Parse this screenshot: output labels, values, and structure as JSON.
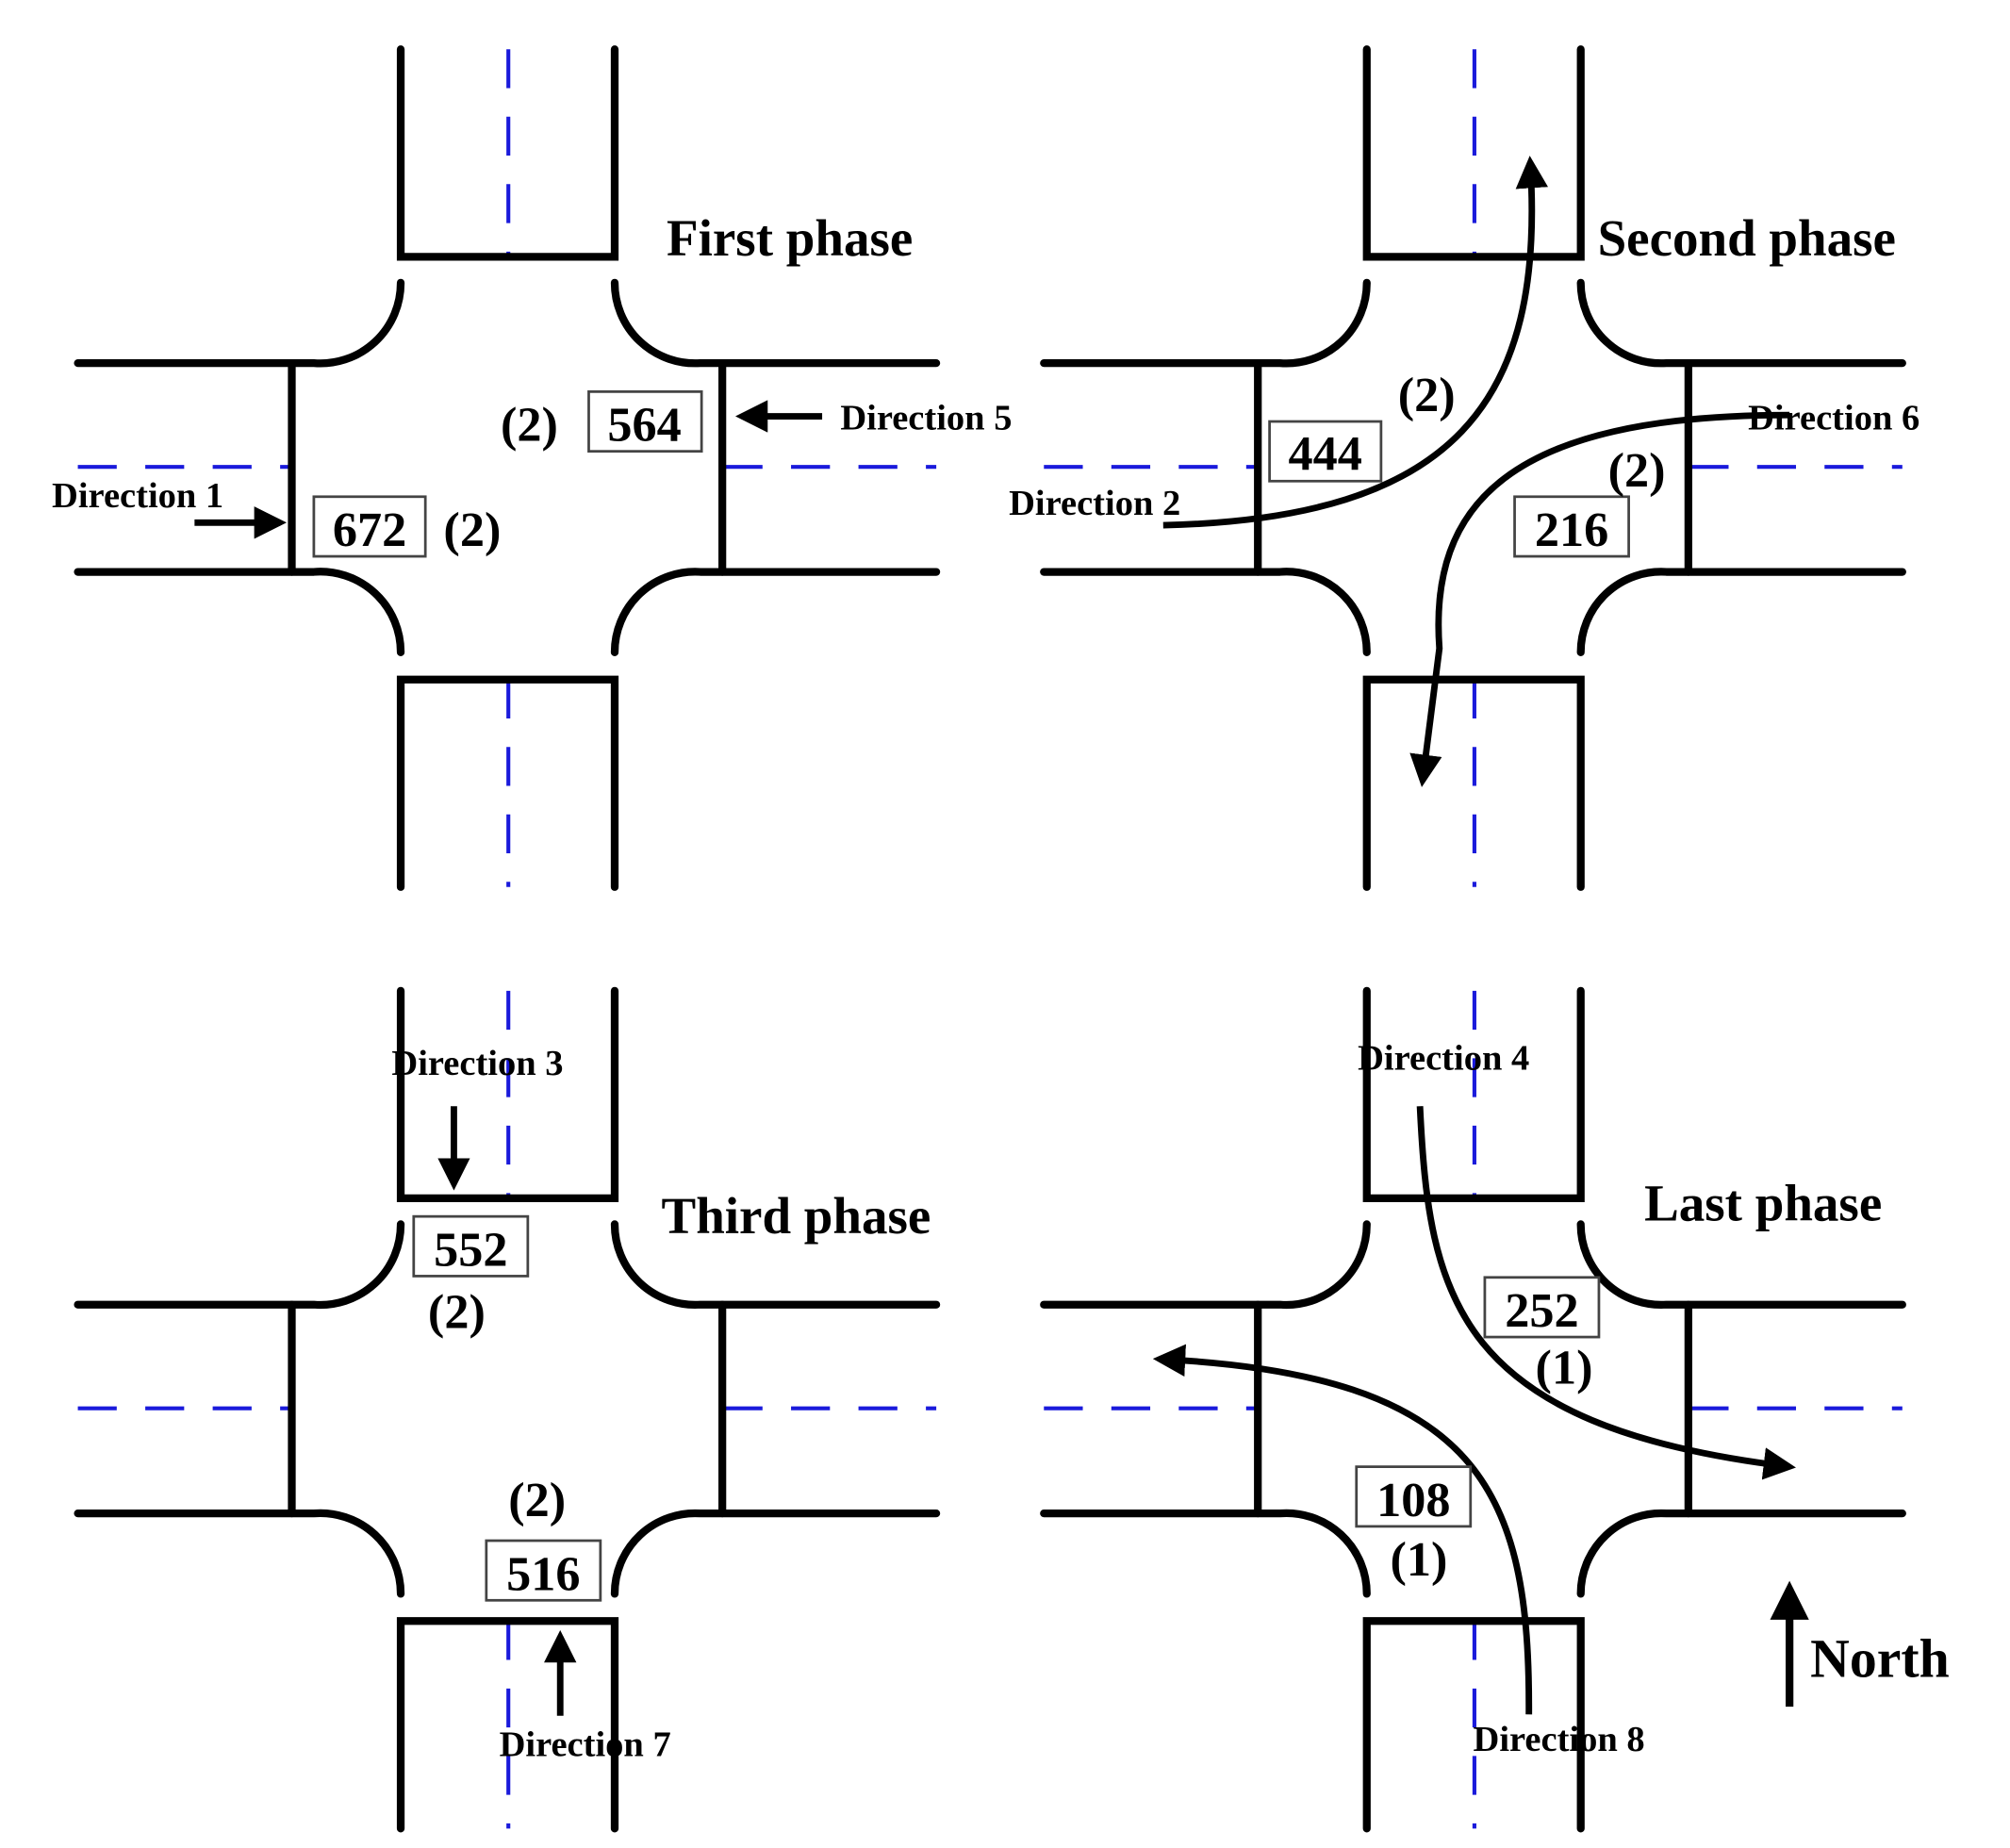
{
  "colors": {
    "lines": "#000000",
    "centerline": "#1a1adb",
    "background": "#ffffff"
  },
  "compass": {
    "label": "North"
  },
  "phases": [
    {
      "title": "First phase",
      "directions": [
        "Direction 1",
        "Direction 5"
      ],
      "flows": [
        {
          "direction": "Direction 1",
          "volume": "672",
          "lanes": "(2)"
        },
        {
          "direction": "Direction 5",
          "volume": "564",
          "lanes": "(2)"
        }
      ]
    },
    {
      "title": "Second phase",
      "directions": [
        "Direction 2",
        "Direction 6"
      ],
      "flows": [
        {
          "direction": "Direction 2",
          "volume": "444",
          "lanes": "(2)"
        },
        {
          "direction": "Direction 6",
          "volume": "216",
          "lanes": "(2)"
        }
      ]
    },
    {
      "title": "Third phase",
      "directions": [
        "Direction 3",
        "Direction 7"
      ],
      "flows": [
        {
          "direction": "Direction 3",
          "volume": "552",
          "lanes": "(2)"
        },
        {
          "direction": "Direction 7",
          "volume": "516",
          "lanes": "(2)"
        }
      ]
    },
    {
      "title": "Last phase",
      "directions": [
        "Direction 4",
        "Direction 8"
      ],
      "flows": [
        {
          "direction": "Direction 4",
          "volume": "252",
          "lanes": "(1)"
        },
        {
          "direction": "Direction 8",
          "volume": "108",
          "lanes": "(1)"
        }
      ]
    }
  ]
}
